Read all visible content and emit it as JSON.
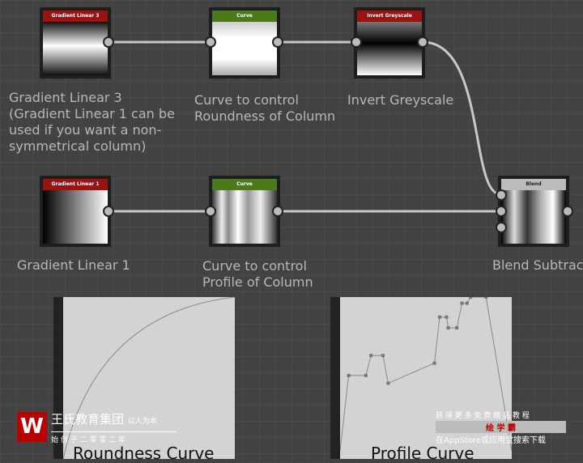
{
  "nodes": [
    {
      "title": "Gradient Linear 3",
      "label": "Gradient Linear 3\n(Gradient Linear 1 can be\nused if you want a non-\nsymmetrical column)"
    },
    {
      "title": "Curve",
      "label": "Curve to control\nRoundness of Column"
    },
    {
      "title": "Invert Greyscale",
      "label": "Invert Greyscale"
    },
    {
      "title": "Gradient Linear 1",
      "label": "Gradient Linear 1"
    },
    {
      "title": "Curve",
      "label": "Curve to control\nProfile of Column"
    },
    {
      "title": "Blend",
      "label": "Blend Subtract"
    }
  ],
  "panels": {
    "roundness": "Roundness Curve",
    "profile": "Profile Curve"
  },
  "watermark": {
    "company": "王氏教育集团",
    "slogan": "以人为本",
    "founded": "始 创 于 二 零 零 二 年",
    "right1": "获 得 更 多 免 费 精 品 教 程",
    "brand": "绘 学 霸",
    "right2": "在AppStore或应用宝搜索下载"
  },
  "profile_points": [
    [
      0,
      0
    ],
    [
      0.05,
      0.49
    ],
    [
      0.15,
      0.49
    ],
    [
      0.18,
      0.62
    ],
    [
      0.25,
      0.62
    ],
    [
      0.28,
      0.44
    ],
    [
      0.55,
      0.57
    ],
    [
      0.58,
      0.87
    ],
    [
      0.62,
      0.87
    ],
    [
      0.63,
      0.8
    ],
    [
      0.68,
      0.8
    ],
    [
      0.71,
      0.96
    ],
    [
      0.74,
      0.96
    ],
    [
      0.76,
      1
    ],
    [
      0.85,
      1
    ],
    [
      1,
      0
    ]
  ]
}
